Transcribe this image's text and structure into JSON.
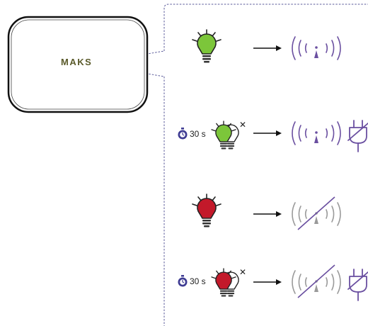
{
  "device": {
    "label": "MAKS"
  },
  "rows": [
    {
      "indicator": "green-lamp-on",
      "arrow": "right-arrow",
      "status": "radio-signal",
      "power": "none"
    },
    {
      "timer_text": "30 s",
      "indicator": "green-lamp-blinking",
      "arrow": "right-arrow",
      "status": "radio-signal",
      "power": "power-plug-icon"
    },
    {
      "indicator": "red-lamp-on",
      "arrow": "right-arrow",
      "status": "radio-signal-crossed-out",
      "power": "none"
    },
    {
      "timer_text": "30 s",
      "indicator": "red-lamp-blinking",
      "arrow": "right-arrow",
      "status": "radio-signal-crossed-out",
      "power": "power-plug-icon"
    }
  ],
  "colors": {
    "green_lamp": "#7cc63a",
    "red_lamp": "#c3192a",
    "signal_ok": "#6a4fa0",
    "signal_lost": "#9a9a9a",
    "timer": "#3f3c93",
    "frame_border": "#5a5a9a"
  }
}
